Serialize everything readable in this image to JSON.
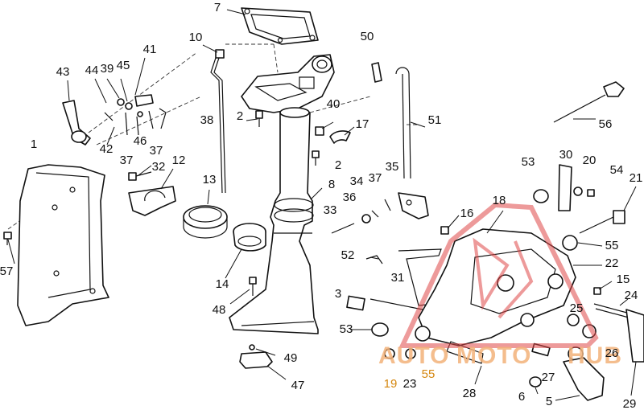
{
  "diagram": {
    "parts": {
      "p1": "1",
      "p2a": "2",
      "p2b": "2",
      "p3": "3",
      "p5": "5",
      "p6": "6",
      "p7": "7",
      "p8": "8",
      "p10": "10",
      "p12": "12",
      "p13": "13",
      "p14": "14",
      "p15": "15",
      "p16": "16",
      "p17": "17",
      "p18": "18",
      "p19": "19",
      "p20": "20",
      "p21": "21",
      "p22": "22",
      "p23": "23",
      "p24": "24",
      "p25": "25",
      "p26": "26",
      "p27": "27",
      "p28": "28",
      "p29": "29",
      "p30": "30",
      "p31": "31",
      "p32": "32",
      "p33": "33",
      "p34": "34",
      "p35": "35",
      "p36": "36",
      "p37a": "37",
      "p37b": "37",
      "p37c": "37",
      "p38": "38",
      "p39": "39",
      "p40": "40",
      "p41": "41",
      "p42": "42",
      "p43": "43",
      "p44": "44",
      "p45": "45",
      "p46": "46",
      "p47": "47",
      "p48": "48",
      "p49": "49",
      "p50": "50",
      "p51": "51",
      "p52": "52",
      "p53a": "53",
      "p53b": "53",
      "p54": "54",
      "p55a": "55",
      "p55b": "55",
      "p56": "56",
      "p57": "57"
    }
  },
  "watermark": {
    "text_auto": "AUTO",
    "text_moto": "MOTO",
    "text_hub": "HUB",
    "color_red": "#e04848",
    "color_orange": "#f0a050"
  }
}
